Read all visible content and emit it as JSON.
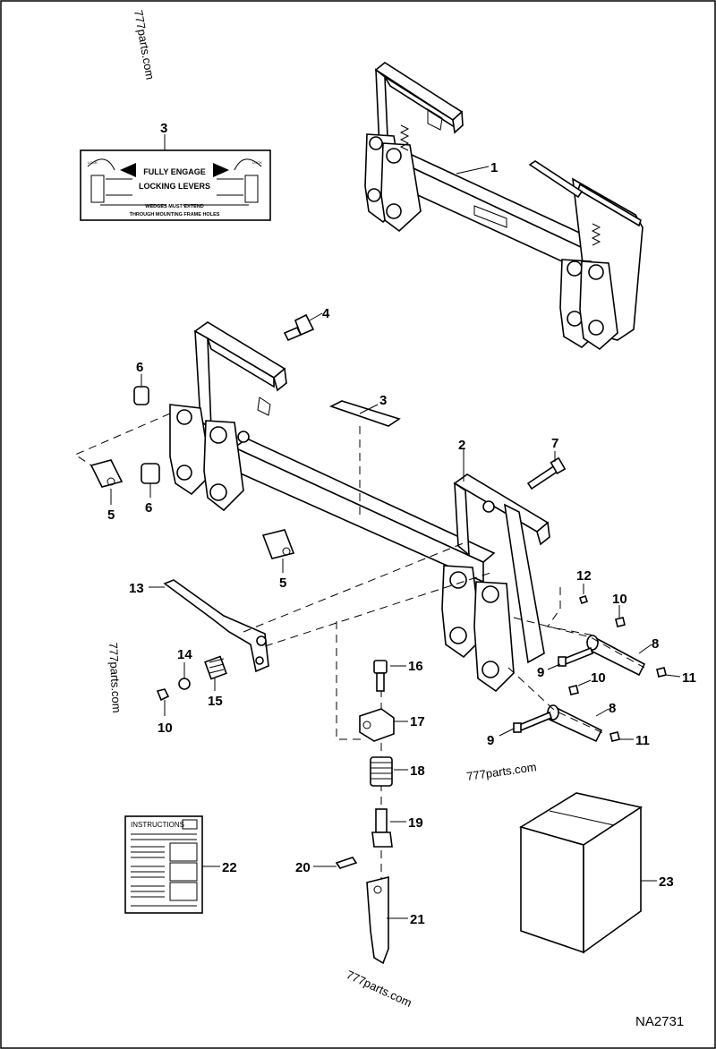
{
  "diagram": {
    "code": "NA2731",
    "watermarks": [
      "777parts.com",
      "777parts.com",
      "777parts.com",
      "777parts.com"
    ],
    "decal": {
      "line1": "FULLY ENGAGE",
      "line2": "LOCKING LEVERS",
      "line3": "WEDGES MUST EXTEND",
      "line4": "THROUGH MOUNTING FRAME HOLES",
      "left_small": "LOCK",
      "right_small": "LOCK"
    },
    "instructions_title": "INSTRUCTIONS",
    "callouts": {
      "c1": "1",
      "c2": "2",
      "c3a": "3",
      "c3b": "3",
      "c4": "4",
      "c5a": "5",
      "c5b": "5",
      "c6a": "6",
      "c6b": "6",
      "c7": "7",
      "c8a": "8",
      "c8b": "8",
      "c9a": "9",
      "c9b": "9",
      "c10a": "10",
      "c10b": "10",
      "c10c": "10",
      "c11a": "11",
      "c11b": "11",
      "c12": "12",
      "c13": "13",
      "c14": "14",
      "c15": "15",
      "c16": "16",
      "c17": "17",
      "c18": "18",
      "c19": "19",
      "c20": "20",
      "c21": "21",
      "c22": "22",
      "c23": "23"
    }
  }
}
